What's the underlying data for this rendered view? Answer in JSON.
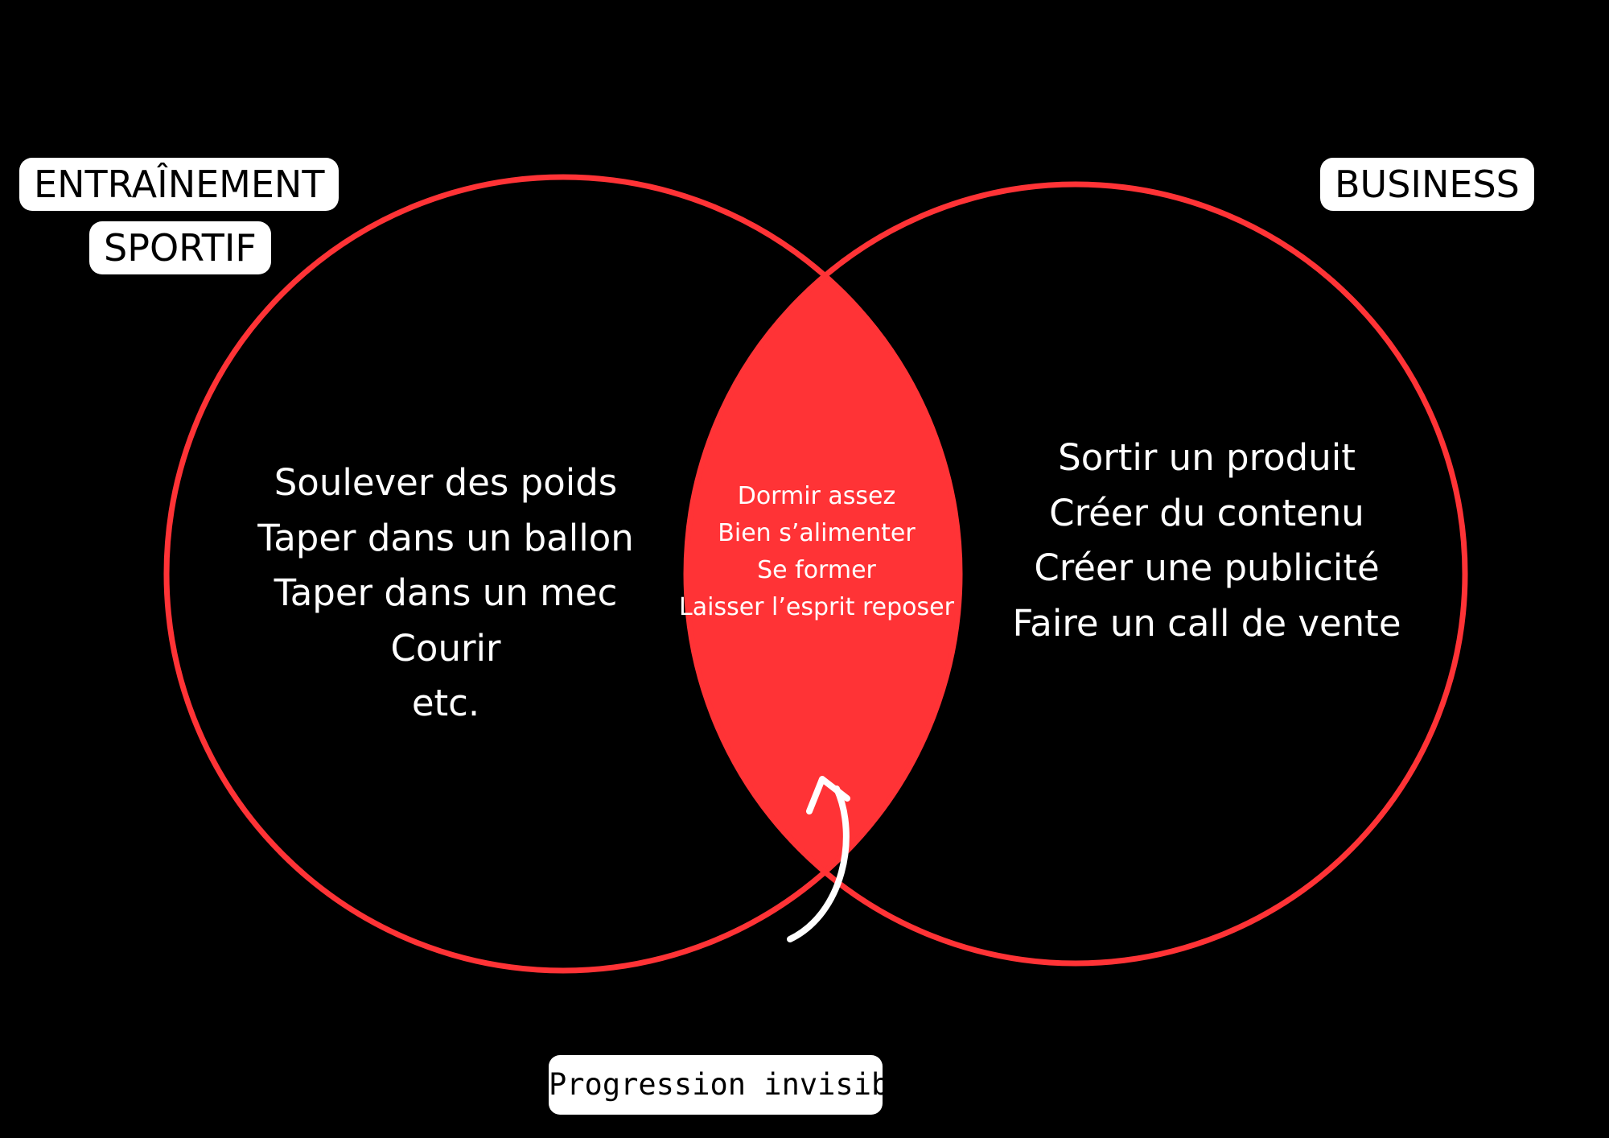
{
  "colors": {
    "background": "#000000",
    "circle_stroke": "#ff3336",
    "intersection_fill": "#ff3336",
    "text": "#ffffff",
    "label_bg": "#ffffff",
    "label_text": "#000000"
  },
  "sets": {
    "left": {
      "title_line1": "ENTRAÎNEMENT",
      "title_line2": "SPORTIF",
      "items": [
        "Soulever des poids",
        "Taper dans un ballon",
        "Taper dans un mec",
        "Courir",
        "etc."
      ]
    },
    "right": {
      "title": "BUSINESS",
      "items": [
        "Sortir un produit",
        "Créer du contenu",
        "Créer une publicité",
        "Faire un call de vente"
      ]
    },
    "intersection": {
      "items": [
        "Dormir assez",
        "Bien s’alimenter",
        "Se former",
        "Laisser l’esprit reposer"
      ]
    }
  },
  "caption": "Progression invisible",
  "arrow_icon": "curved-arrow-up-icon"
}
